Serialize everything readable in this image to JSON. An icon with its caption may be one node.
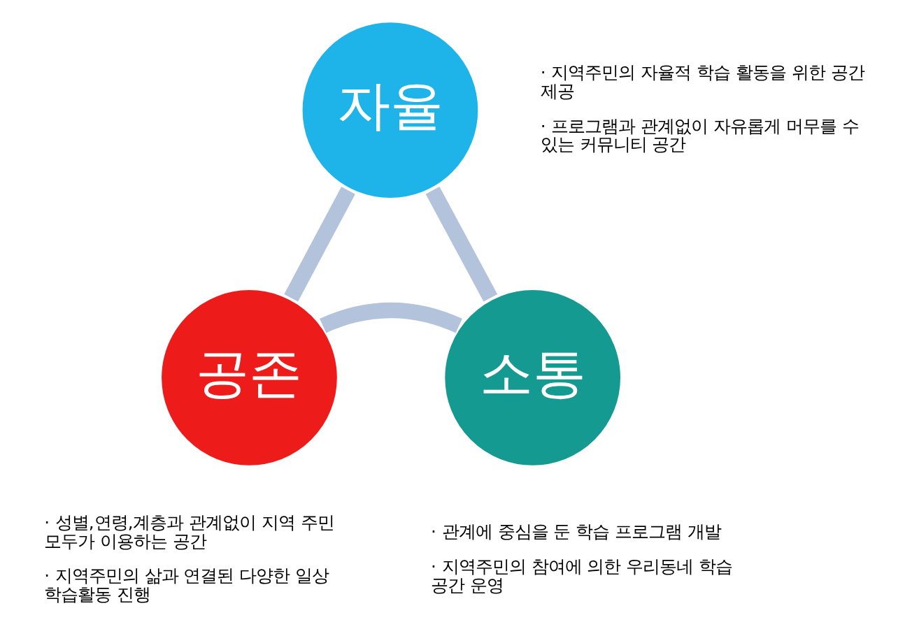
{
  "diagram": {
    "nodes": [
      {
        "text": [
          "자율"
        ],
        "beside": [
          "· 지역주민의 자율적 학습 활동을 위한 공간 제공",
          "· 프로그램과 관계없이 자유롭게 머무를 수 있는 커뮤니티 공간"
        ]
      },
      {
        "text": [
          "소통"
        ],
        "beside": [
          "· 관계에 중심을 둔 학습 프로그램 개발",
          "· 지역주민의 참여에 의한 우리동네 학습 공간 운영"
        ]
      },
      {
        "text": [
          "공존"
        ],
        "beside": [
          "· 성별,연령,계층과 관계없이 지역 주민 모두가 이용하는 공간",
          "· 지역주민의 삶과 연결된 다양한 일상 학습활동 진행"
        ]
      }
    ],
    "edges": [
      {
        "from": 0,
        "to": 1,
        "arrow": "none"
      },
      {
        "from": 1,
        "to": 2,
        "arrow": "none"
      },
      {
        "from": 2,
        "to": 0,
        "arrow": "none"
      }
    ]
  }
}
